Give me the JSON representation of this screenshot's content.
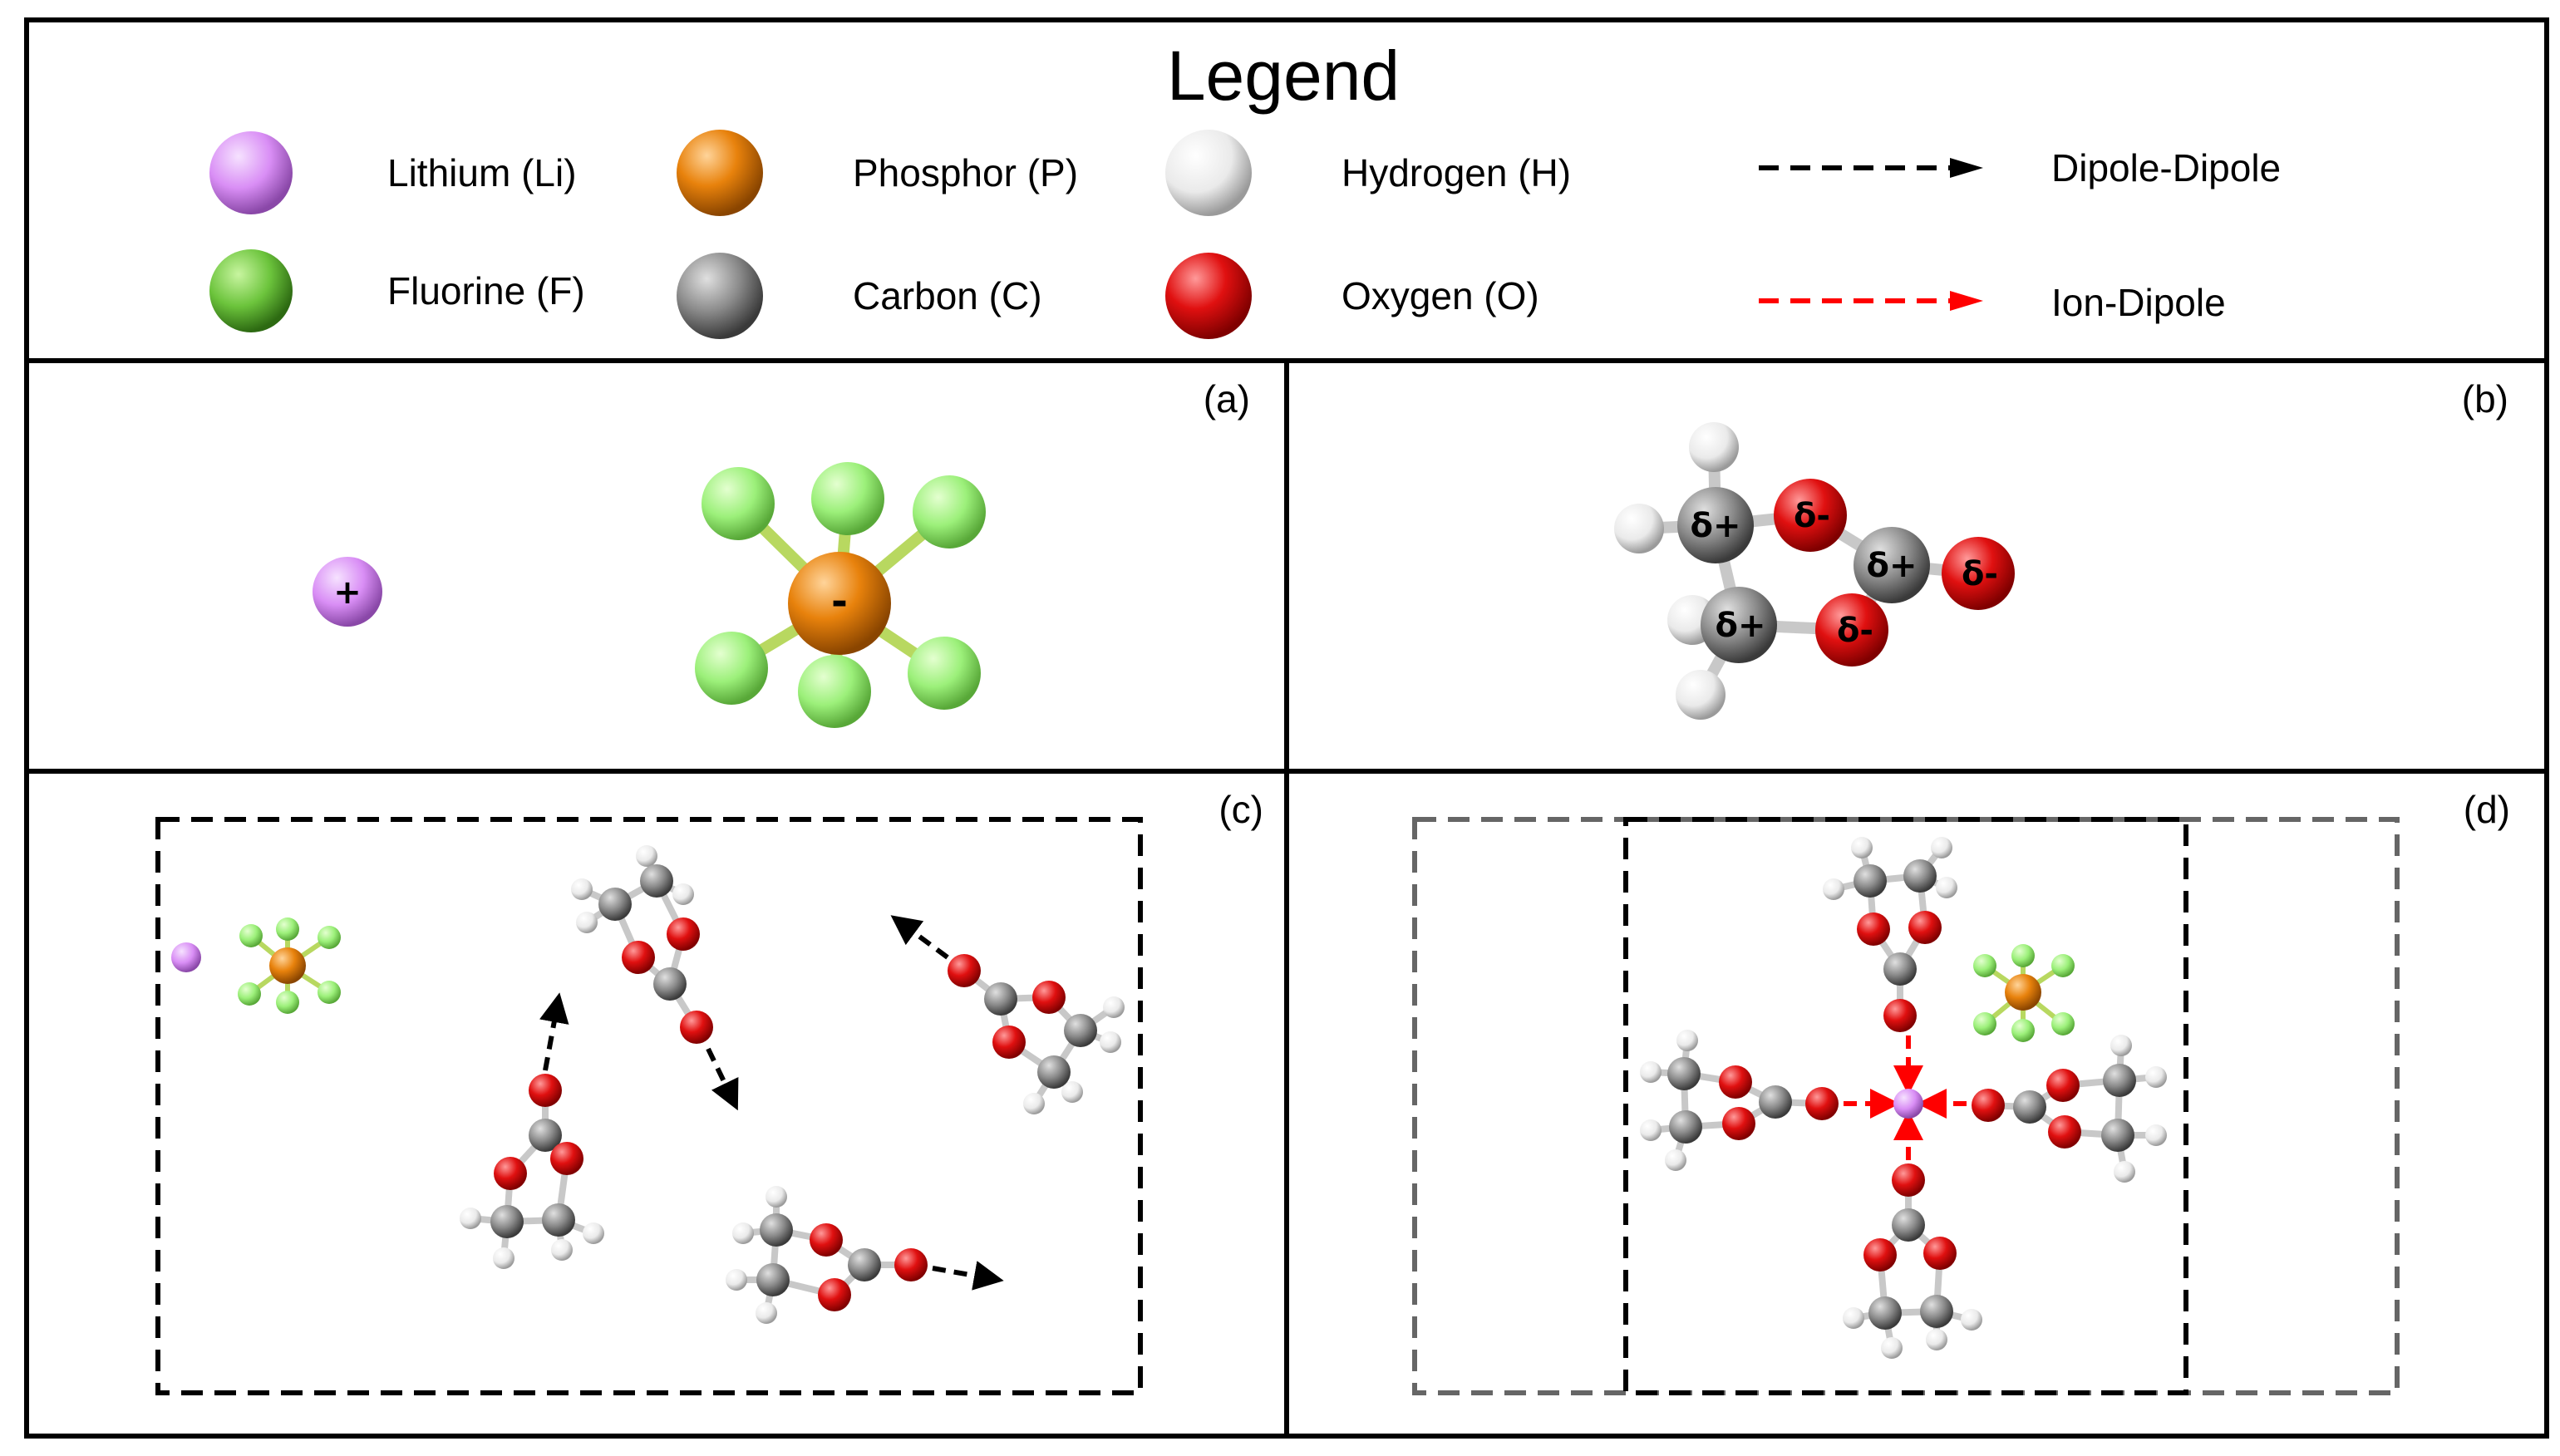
{
  "legend": {
    "title": "Legend",
    "items": [
      {
        "label": "Lithium (Li)",
        "color": "#d98ef5"
      },
      {
        "label": "Phosphor (P)",
        "color": "#e8820c"
      },
      {
        "label": "Hydrogen (H)",
        "color": "#f2f2f2"
      },
      {
        "label": "Fluorine (F)",
        "color": "#6cc43c"
      },
      {
        "label": "Carbon (C)",
        "color": "#8a8a8a"
      },
      {
        "label": "Oxygen (O)",
        "color": "#e01010"
      }
    ],
    "arrows": [
      {
        "label": "Dipole-Dipole",
        "color": "#000000"
      },
      {
        "label": "Ion-Dipole",
        "color": "#ff0000"
      }
    ]
  },
  "panels": {
    "a": {
      "label": "(a)",
      "cation_charge": "+",
      "anion_charge": "-"
    },
    "b": {
      "label": "(b)",
      "delta_plus": "δ+",
      "delta_minus": "δ-"
    },
    "c": {
      "label": "(c)"
    },
    "d": {
      "label": "(d)"
    }
  },
  "colors": {
    "li": "#d98ef5",
    "p": "#e8820c",
    "f_light": "#9cf07a",
    "f": "#6cc43c",
    "h": "#f2f2f2",
    "c": "#8a8a8a",
    "o": "#e01010",
    "dipole_arrow": "#000000",
    "ion_arrow": "#ff0000",
    "outer_box": "#666666"
  }
}
